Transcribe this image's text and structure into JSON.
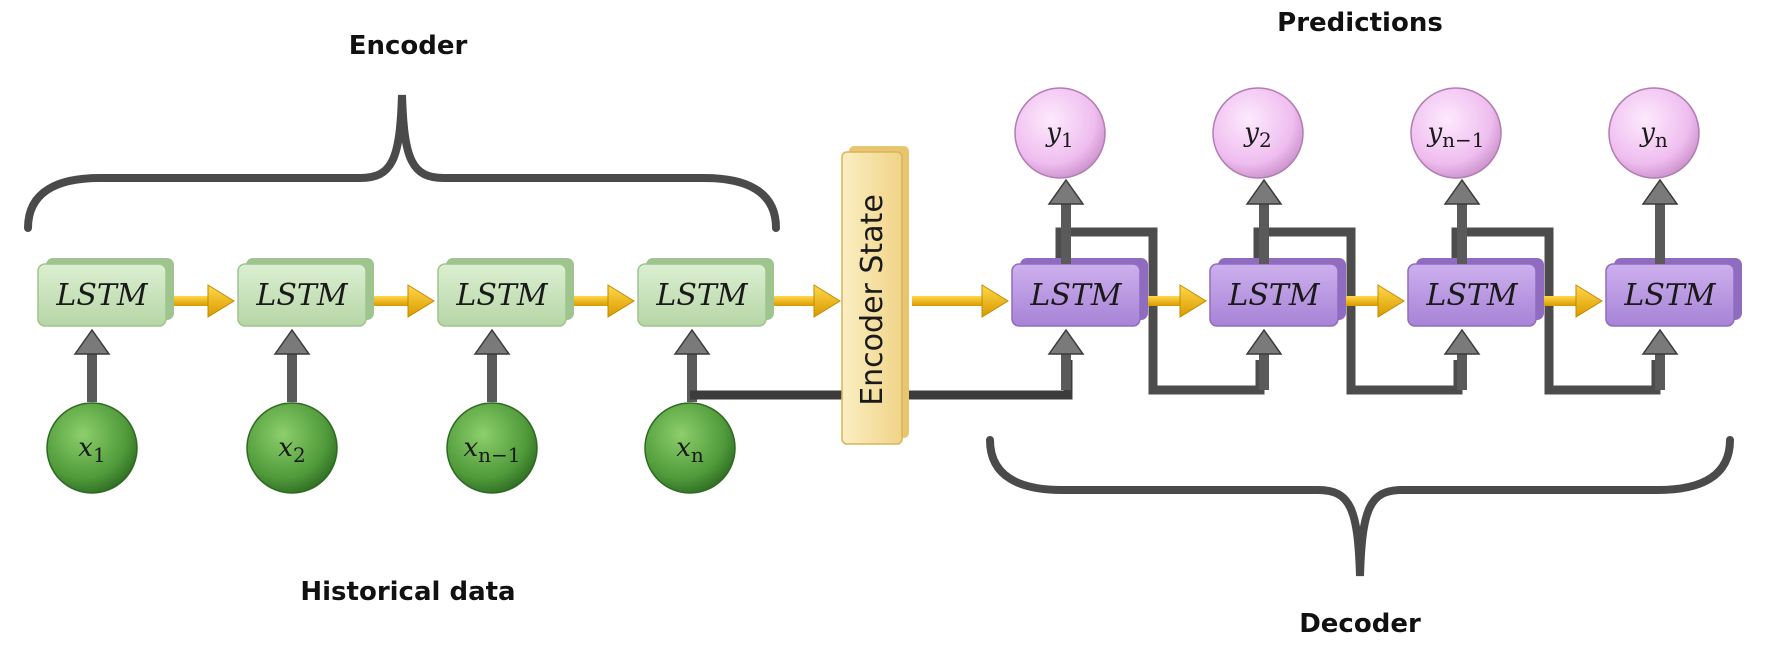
{
  "labels": {
    "encoder": "Encoder",
    "decoder": "Decoder",
    "historical": "Historical data",
    "predictions": "Predictions",
    "encoder_state": "Encoder State"
  },
  "lstm_label": "LSTM",
  "encoder": {
    "inputs": [
      {
        "var": "x",
        "sub": "1"
      },
      {
        "var": "x",
        "sub": "2"
      },
      {
        "var": "x",
        "sub": "n−1"
      },
      {
        "var": "x",
        "sub": "n"
      }
    ]
  },
  "decoder": {
    "outputs": [
      {
        "var": "y",
        "sub": "1"
      },
      {
        "var": "y",
        "sub": "2"
      },
      {
        "var": "y",
        "sub": "n−1"
      },
      {
        "var": "y",
        "sub": "n"
      }
    ]
  },
  "colors": {
    "encoder_cell": "#c4e0b6",
    "decoder_cell": "#b592de",
    "input_node": "#4f9a3a",
    "output_node": "#f2c4f2",
    "state_block": "#f8e2a2",
    "arrow_yellow": "#f2b600",
    "arrow_grey": "#6a6a6a"
  }
}
